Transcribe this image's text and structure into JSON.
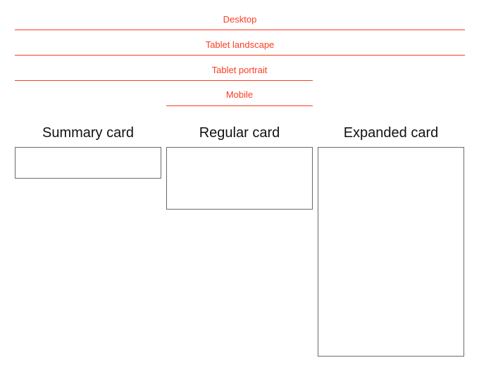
{
  "breakpoints": {
    "desktop": "Desktop",
    "tablet_landscape": "Tablet landscape",
    "tablet_portrait": "Tablet portrait",
    "mobile": "Mobile"
  },
  "columns": {
    "summary": "Summary card",
    "regular": "Regular card",
    "expanded": "Expanded card"
  },
  "colors": {
    "breakpoint_accent": "#ff3b1f",
    "card_border": "#6b6b6b",
    "title_text": "#111111"
  }
}
